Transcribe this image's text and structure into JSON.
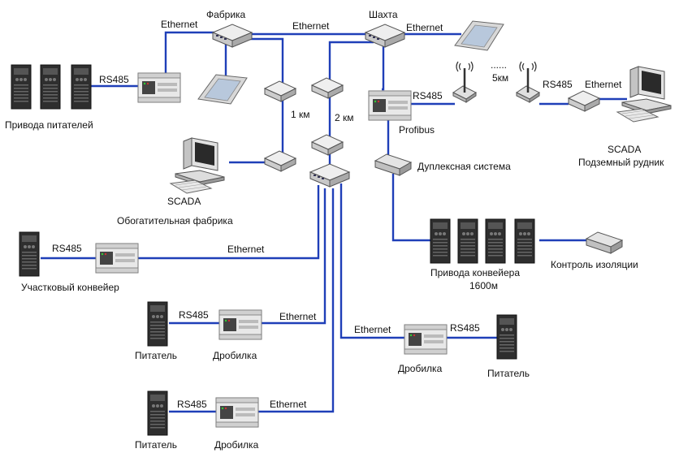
{
  "labels": {
    "fabrika": "Фабрика",
    "shakhta": "Шахта",
    "ethernet_top_left": "Ethernet",
    "ethernet_top_mid": "Ethernet",
    "ethernet_top_right": "Ethernet",
    "rs485_drives": "RS485",
    "drives_feeders": "Привода питателей",
    "km1": "1 км",
    "km2": "2 км",
    "scada_plant": "SCADA",
    "plant_name": "Обогатительная фабрика",
    "rs485_profibus": "RS485",
    "profibus": "Profibus",
    "duplex": "Дуплексная система",
    "dots": "......",
    "km5": "5км",
    "rs485_mine": "RS485",
    "ethernet_mine": "Ethernet",
    "scada_mine": "SCADA",
    "mine_name": "Подземный рудник",
    "rs485_section": "RS485",
    "ethernet_section": "Ethernet",
    "section_conveyor": "Участковый конвейер",
    "conveyor_drives": "Привода конвейера",
    "conveyor_length": "1600м",
    "insulation": "Контроль изоляции",
    "rs485_c1": "RS485",
    "ethernet_c1": "Ethernet",
    "feeder_c1": "Питатель",
    "crusher_c1": "Дробилка",
    "ethernet_c2": "Ethernet",
    "rs485_c2": "RS485",
    "crusher_c2": "Дробилка",
    "feeder_c2": "Питатель",
    "rs485_c3": "RS485",
    "ethernet_c3": "Ethernet",
    "feeder_c3": "Питатель",
    "crusher_c3": "Дробилка"
  },
  "colors": {
    "network_line": "#1f3fb8",
    "device_body": "#e6e6e6",
    "drive_body": "#2e2e2e"
  },
  "icons": [
    "drive-icon",
    "plc-icon",
    "switch-icon",
    "media-converter-icon",
    "touch-panel-icon",
    "radio-tower-icon",
    "computer-icon",
    "duplex-unit-icon",
    "insulation-monitor-icon"
  ]
}
